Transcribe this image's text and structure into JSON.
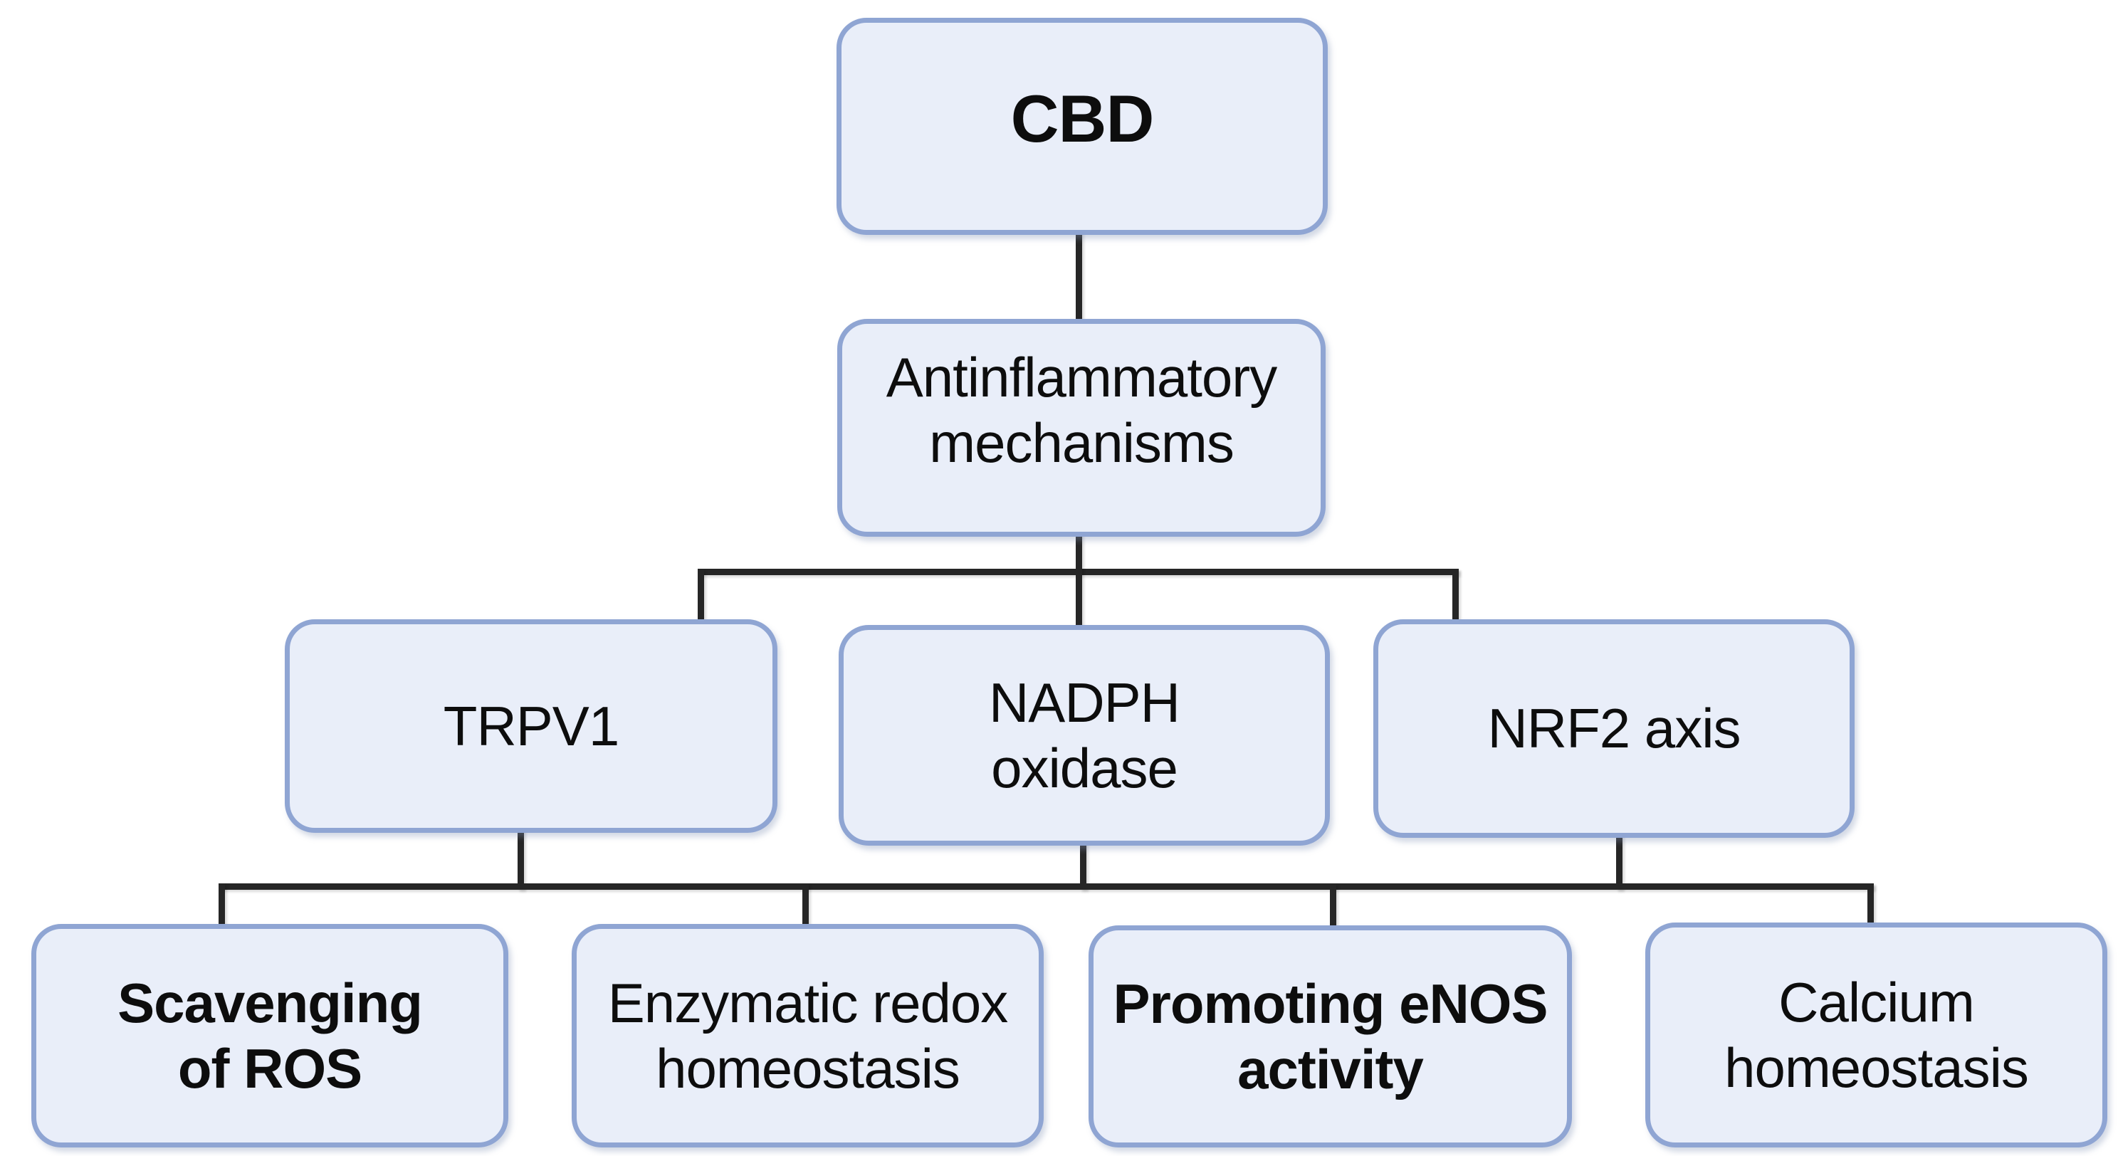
{
  "figure": {
    "description": "Flowchart of CBD antiinflammatory mechanisms",
    "background": "#ffffff"
  },
  "colors": {
    "box_fill": "#e9eef9",
    "box_border": "#8fa5d3",
    "connector_line": "#262626",
    "text": "#0d0d0d"
  },
  "nodes": [
    {
      "id": "cbd",
      "lines": [
        "CBD"
      ],
      "emphasis": "bold"
    },
    {
      "id": "antinflammatory_mechanisms",
      "lines": [
        "Antinflammatory",
        "mechanisms"
      ],
      "emphasis": "normal"
    },
    {
      "id": "trpv1",
      "lines": [
        "TRPV1"
      ],
      "emphasis": "normal"
    },
    {
      "id": "nadph_oxidase",
      "lines": [
        "NADPH",
        "oxidase"
      ],
      "emphasis": "normal"
    },
    {
      "id": "nrf2_axis",
      "lines": [
        "NRF2 axis"
      ],
      "emphasis": "normal"
    },
    {
      "id": "scavenging_of_ros",
      "lines": [
        "Scavenging",
        "of ROS"
      ],
      "emphasis": "bold"
    },
    {
      "id": "enzymatic_redox_homeostasis",
      "lines": [
        "Enzymatic redox",
        "homeostasis"
      ],
      "emphasis": "normal"
    },
    {
      "id": "promoting_enos_activity",
      "lines": [
        "Promoting eNOS",
        "activity"
      ],
      "emphasis": "bold"
    },
    {
      "id": "calcium_homeostasis",
      "lines": [
        "Calcium",
        "homeostasis"
      ],
      "emphasis": "normal"
    }
  ],
  "edges": [
    [
      "cbd",
      "antinflammatory_mechanisms"
    ],
    [
      "antinflammatory_mechanisms",
      "trpv1"
    ],
    [
      "antinflammatory_mechanisms",
      "nadph_oxidase"
    ],
    [
      "antinflammatory_mechanisms",
      "nrf2_axis"
    ],
    [
      "trpv1",
      "bottom_rail"
    ],
    [
      "nadph_oxidase",
      "bottom_rail"
    ],
    [
      "nrf2_axis",
      "bottom_rail"
    ],
    [
      "bottom_rail",
      "scavenging_of_ros"
    ],
    [
      "bottom_rail",
      "enzymatic_redox_homeostasis"
    ],
    [
      "bottom_rail",
      "promoting_enos_activity"
    ],
    [
      "bottom_rail",
      "calcium_homeostasis"
    ]
  ]
}
